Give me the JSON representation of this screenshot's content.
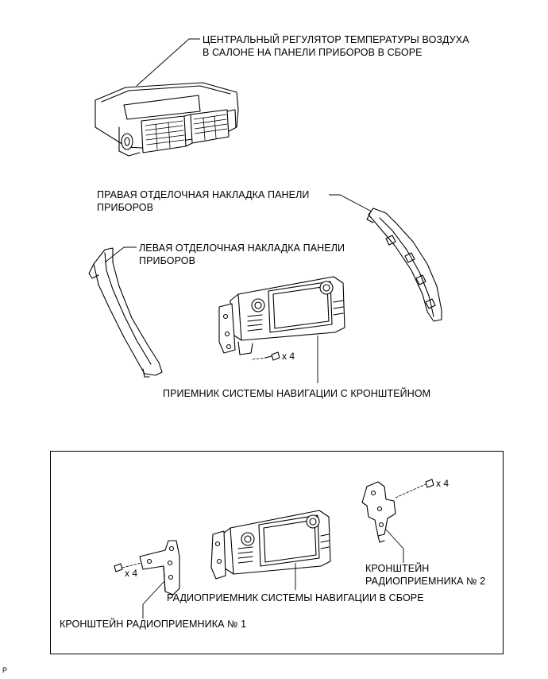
{
  "labels": {
    "central_regulator": [
      "ЦЕНТРАЛЬНЫЙ РЕГУЛЯТОР ТЕМПЕРАТУРЫ ВОЗДУХА",
      "В САЛОНЕ НА ПАНЕЛИ ПРИБОРОВ В СБОРЕ"
    ],
    "right_trim": [
      "ПРАВАЯ ОТДЕЛОЧНАЯ НАКЛАДКА ПАНЕЛИ",
      "ПРИБОРОВ"
    ],
    "left_trim": [
      "ЛЕВАЯ ОТДЕЛОЧНАЯ НАКЛАДКА ПАНЕЛИ",
      "ПРИБОРОВ"
    ],
    "nav_receiver_bracket": "ПРИЕМНИК СИСТЕМЫ НАВИГАЦИИ С КРОНШТЕЙНОМ",
    "nav_radio_assembly": "РАДИОПРИЕМНИК СИСТЕМЫ НАВИГАЦИИ В СБОРЕ",
    "bracket_1": "КРОНШТЕЙН РАДИОПРИЕМНИКА № 1",
    "bracket_2": [
      "КРОНШТЕЙН",
      "РАДИОПРИЕМНИКА № 2"
    ]
  },
  "quantities": {
    "screws_top": "x 4",
    "screws_inset_left": "x 4",
    "screws_inset_right": "x 4"
  },
  "page_code": "P"
}
